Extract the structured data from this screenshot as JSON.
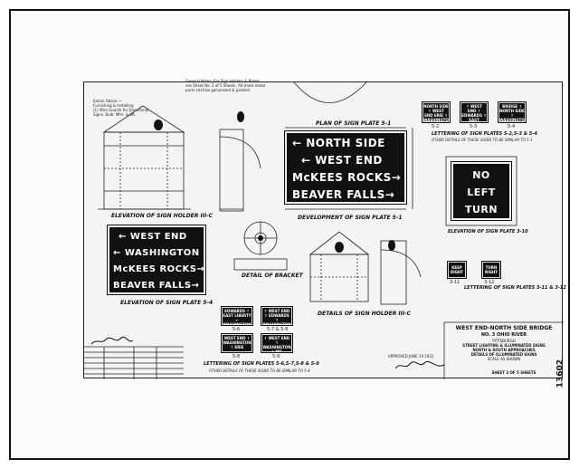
{
  "signs": {
    "sign_51": [
      "← NORTH SIDE",
      "← WEST END",
      "McKEES ROCKS→",
      "BEAVER FALLS→"
    ],
    "sign_54": [
      "← WEST END",
      "← WASHINGTON",
      "McKEES ROCKS→",
      "BEAVER FALLS→"
    ],
    "sign_310": [
      "NO",
      "LEFT",
      "TURN"
    ]
  },
  "captions": {
    "plan": "PLAN OF SIGN PLATE 5-1",
    "dev": "DEVELOPMENT OF SIGN PLATE 5-1",
    "elev_holder": "ELEVATION OF SIGN HOLDER III-C",
    "elev_54": "ELEVATION OF SIGN PLATE 5-4",
    "bracket": "DETAIL OF BRACKET",
    "details_holder": "DETAILS OF SIGN HOLDER III-C",
    "lettering_main": "LETTERING OF SIGN PLATES 5-6,5-7,5-8 & 5-9",
    "lettering_main_sub": "OTHER DETAILS OF THESE SIGNS TO BE SIMILAR TO 5-4",
    "lettering_top": "LETTERING OF SIGN PLATES 5-2,5-3 & 5-4",
    "lettering_top_sub": "OTHER DETAILS OF THESE SIGNS TO BE SIMILAR TO 5-1",
    "elev_310": "ELEVATION OF SIGN PLATE 3-10",
    "lettering_keep": "LETTERING OF SIGN PLATES 3-11 & 3-12"
  },
  "minis": {
    "m52": "NORTH SIDE ↑ WEST END ERIE ↑ WASHINGTON",
    "m53": "↑ WEST END ↑ EDWARDS ↑ EAST LIBERTY",
    "m54": "BRIDGE ↑ NORTH SIDE ↑ WASHINGTON ↑",
    "m56": "EDWARDS ↑ EAST LIBERTY ← WASHINGTON",
    "m57": "↑ WEST END ↑ EDWARDS ↑ WASHINGTON",
    "m58": "WEST END ↑ WASHINGTON ↑ ERIE",
    "m59": "↑ WEST END ↑ WASHINGTON ↑ MT. WASHINGTON",
    "keep": "KEEP RIGHT",
    "turn": "TURN RIGHT"
  },
  "mini_labels": {
    "l52": "5-2",
    "l53": "5-3",
    "l54": "5-4",
    "l56": "5-6",
    "l57": "5-7 & 5-8",
    "l58": "5-8",
    "l59": "5-9",
    "l311": "3-11",
    "l312": "3-12"
  },
  "title_block": {
    "line1": "WEST END-NORTH SIDE BRIDGE",
    "line2": "NO. 3 OHIO RIVER",
    "line3": "PITTSBURGH",
    "line4": "STREET LIGHTING & ILLUMINATED SIGNS",
    "line5": "NORTH & SOUTH APPROACHES",
    "line6": "DETAILS OF ILLUMINATED SIGNS",
    "line7": "SCALE AS SHOWN",
    "sheet": "SHEET 2 OF 5 SHEETS",
    "approved": "APPROVED JUNE 19 1931"
  },
  "sheet_number": "13602"
}
